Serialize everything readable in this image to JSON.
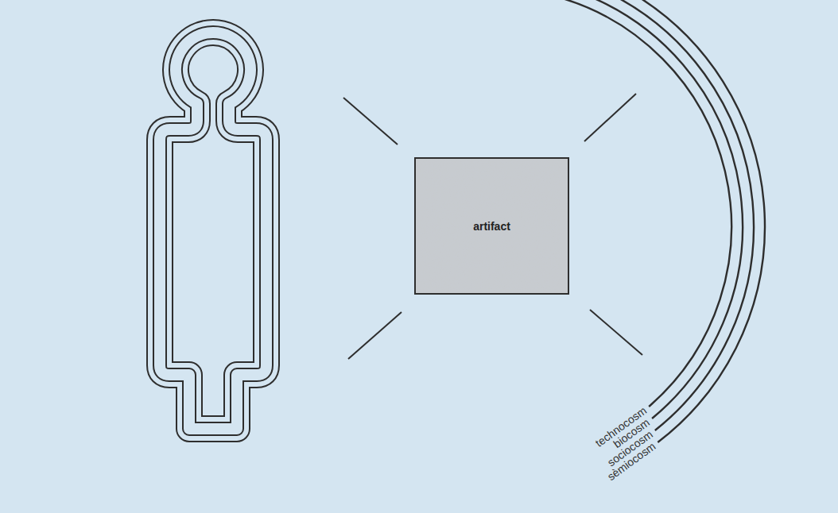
{
  "diagram": {
    "nodes": [
      {
        "text": [
          "artifact"
        ]
      }
    ],
    "labels": [
      "technocosm",
      "biocosm",
      "sociocosm",
      "sèmiocosm"
    ]
  }
}
